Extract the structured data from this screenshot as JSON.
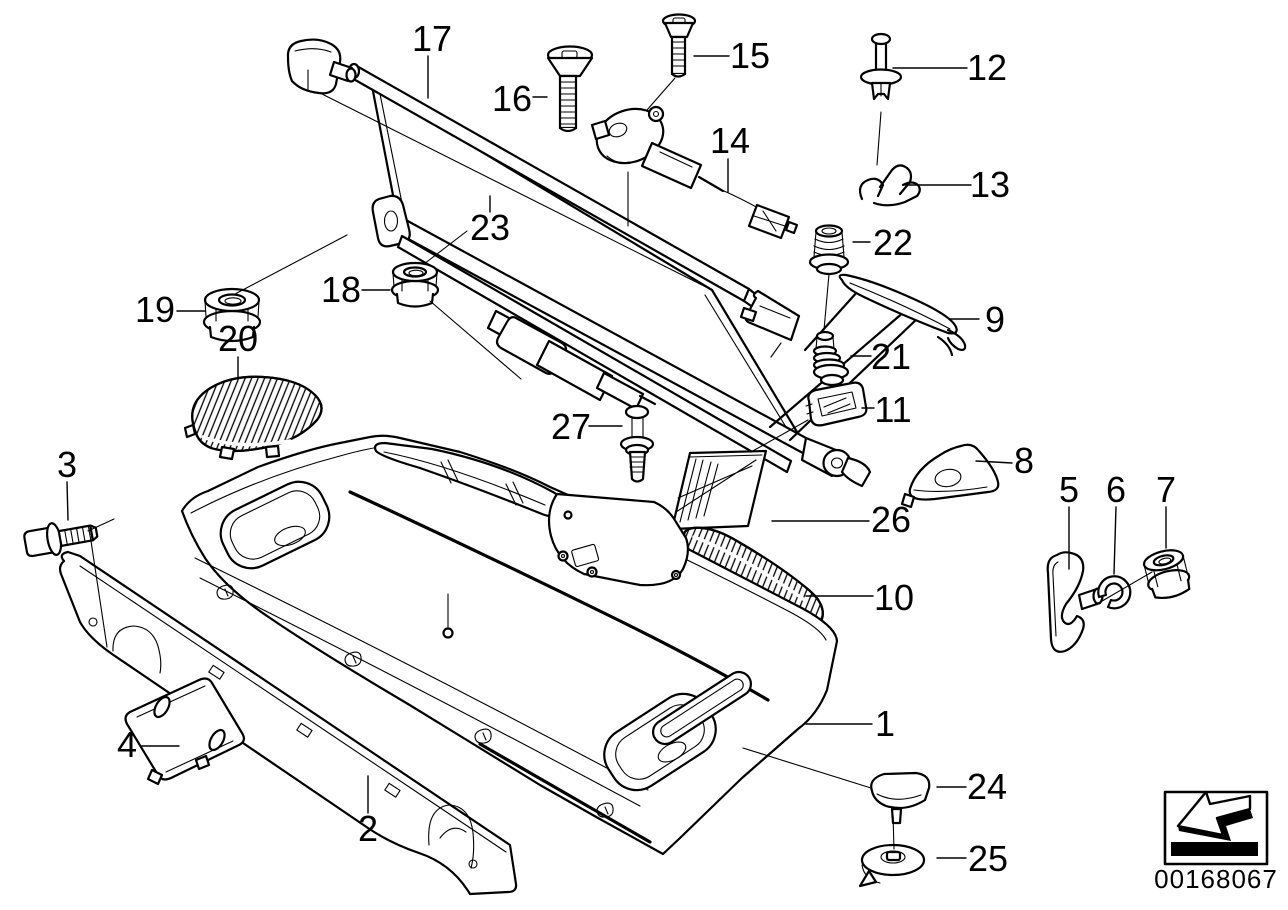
{
  "diagram": {
    "image_number": "00168067",
    "callouts": [
      {
        "label": "1"
      },
      {
        "label": "2"
      },
      {
        "label": "3"
      },
      {
        "label": "4"
      },
      {
        "label": "5"
      },
      {
        "label": "6"
      },
      {
        "label": "7"
      },
      {
        "label": "8"
      },
      {
        "label": "9"
      },
      {
        "label": "10"
      },
      {
        "label": "11"
      },
      {
        "label": "12"
      },
      {
        "label": "13"
      },
      {
        "label": "14"
      },
      {
        "label": "15"
      },
      {
        "label": "16"
      },
      {
        "label": "17"
      },
      {
        "label": "18"
      },
      {
        "label": "19"
      },
      {
        "label": "20"
      },
      {
        "label": "21"
      },
      {
        "label": "22"
      },
      {
        "label": "23"
      },
      {
        "label": "24"
      },
      {
        "label": "25"
      },
      {
        "label": "26"
      },
      {
        "label": "27"
      }
    ]
  },
  "icons": {
    "stamp": "down-left-arrow-icon"
  },
  "colors": {
    "line": "#000000",
    "background": "#ffffff"
  }
}
